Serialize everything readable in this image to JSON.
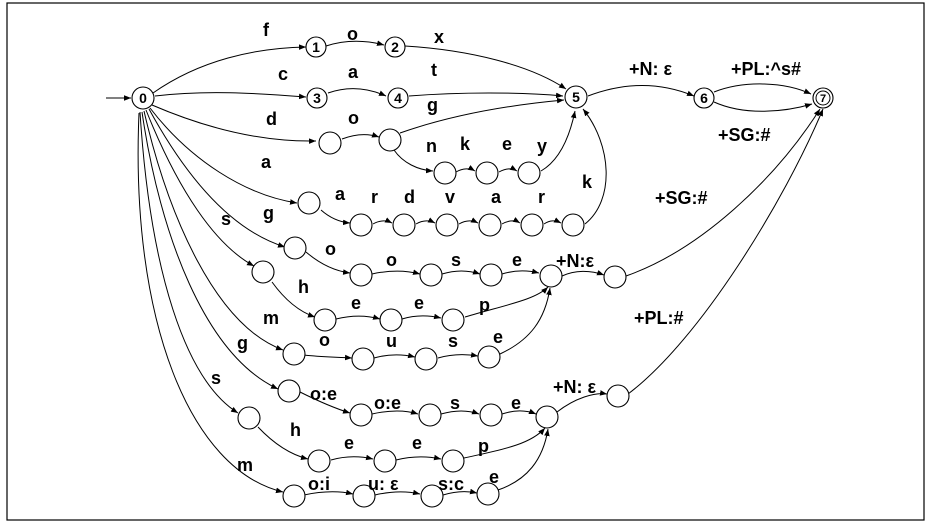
{
  "diagram": {
    "states": {
      "s0": "0",
      "s1": "1",
      "s2": "2",
      "s3": "3",
      "s4": "4",
      "s5": "5",
      "s6": "6",
      "s7": "7"
    },
    "labels": {
      "fox_f": "f",
      "fox_o": "o",
      "fox_x": "x",
      "cat_c": "c",
      "cat_a": "a",
      "cat_t": "t",
      "dog_d": "d",
      "dog_o": "o",
      "dog_g": "g",
      "donkey_n": "n",
      "donkey_k": "k",
      "donkey_e": "e",
      "donkey_y": "y",
      "aard_a1": "a",
      "aard_a2": "a",
      "aard_r1": "r",
      "aard_d": "d",
      "aard_v": "v",
      "aard_a3": "a",
      "aard_r2": "r",
      "aard_k": "k",
      "noun_n": "+N: ε",
      "pl_s": "+PL:^s#",
      "sg1": "+SG:#",
      "goose_g": "g",
      "goose_o1": "o",
      "goose_o2": "o",
      "goose_s": "s",
      "goose_e": "e",
      "sheep_s": "s",
      "sheep_h": "h",
      "sheep_e1": "e",
      "sheep_e2": "e",
      "sheep_p": "p",
      "mouse_m": "m",
      "mouse_o": "o",
      "mouse_u": "u",
      "mouse_s": "s",
      "mouse_e": "e",
      "reg_n": "+N:ε",
      "sg2": "+SG:#",
      "irr_g": "g",
      "irr_o1": "o:e",
      "irr_o2": "o:e",
      "irr_s1": "s",
      "irr_e1": "e",
      "irr_s2": "s",
      "irr_h": "h",
      "irr_e2": "e",
      "irr_e3": "e",
      "irr_p": "p",
      "irr_m": "m",
      "irr_oi": "o:i",
      "irr_u": "u: ε",
      "irr_sc": "s:c",
      "irr_e4": "e",
      "irr_n": "+N: ε",
      "pl2": "+PL:#"
    }
  }
}
